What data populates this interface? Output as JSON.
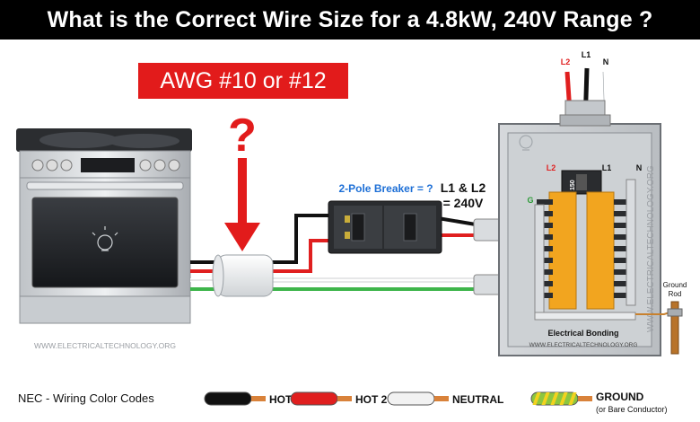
{
  "title": "What is the Correct Wire Size for a 4.8kW, 240V Range ?",
  "awg_label": "AWG #10 or #12",
  "question_mark": "?",
  "breaker_label": "2-Pole Breaker = ?",
  "voltage_label": {
    "line1": "L1 & L2",
    "line2": "= 240V"
  },
  "terminals": {
    "l1_top": "L1",
    "l2_top": "L2",
    "n_top": "N",
    "l2_panel": "L2",
    "l1_panel": "L1",
    "n_side": "N",
    "g_side": "G"
  },
  "breaker_rating": "150",
  "panel_bonding_label": "Electrical Bonding",
  "ground_rod_label": {
    "line1": "Ground",
    "line2": "Rod"
  },
  "watermarks": {
    "range": "WWW.ELECTRICALTECHNOLOGY.ORG",
    "panel_bottom": "WWW.ELECTRICALTECHNOLOGY.ORG",
    "panel_side": "WWW.ELECTRICALTECHNOLOGY.ORG"
  },
  "legend": {
    "heading": "NEC - Wiring Color Codes",
    "items": [
      {
        "label": "HOT 1",
        "color": "#111111"
      },
      {
        "label": "HOT 2",
        "color": "#e01f1f"
      },
      {
        "label": "NEUTRAL",
        "color": "#f2f2f2"
      },
      {
        "label": "GROUND",
        "sublabel": "(or Bare Conductor)",
        "color": "#8cc63f"
      }
    ]
  },
  "colors": {
    "hot1": "#111111",
    "hot2": "#e01f1f",
    "neutral": "#ffffff",
    "ground": "#3db54a",
    "accent": "#e21b1b",
    "bus": "#f2a51f"
  }
}
